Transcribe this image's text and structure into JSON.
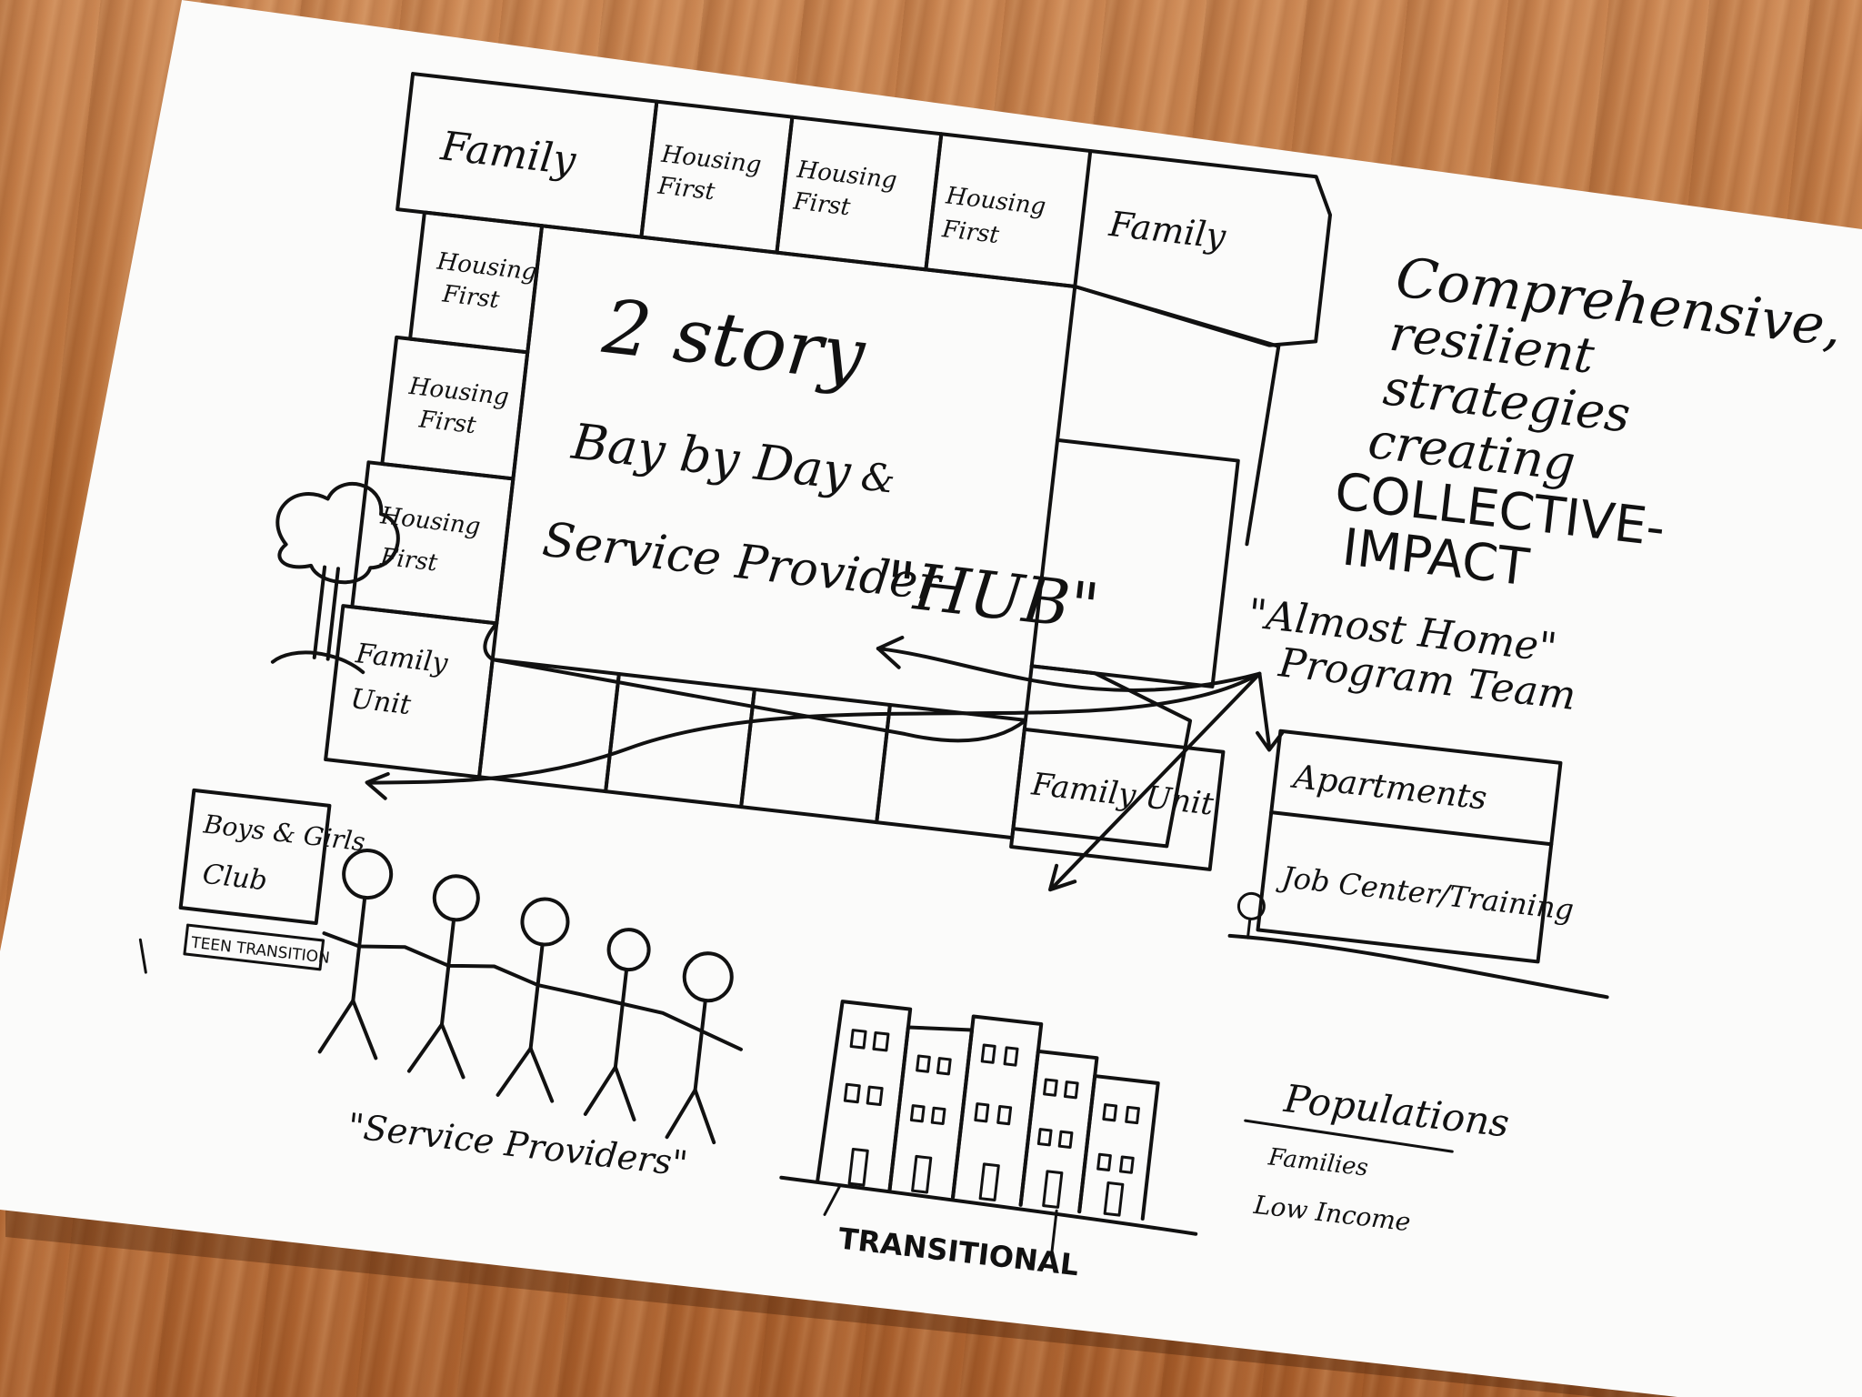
{
  "plots": {
    "top_row": [
      "Family",
      "Housing First",
      "Housing First",
      "Housing First",
      "Family"
    ],
    "left_column": [
      "Housing First",
      "Housing First",
      "Housing First",
      "Family Unit"
    ],
    "bottom_row": [
      "Family Unit"
    ]
  },
  "hub": {
    "line1": "2 story",
    "line2": "Bay by Day",
    "amp": "&",
    "line3": "Service Provider",
    "hub_word": "\"HUB\""
  },
  "right_note": [
    "Comprehensive,",
    "resilient",
    "strategies",
    "creating",
    "COLLECTIVE-",
    "IMPACT"
  ],
  "team": [
    "\"Almost Home\"",
    "Program Team"
  ],
  "apartments": {
    "top": "Apartments",
    "bottom": "Job Center/Training"
  },
  "club": [
    "Boys & Girls",
    "Club"
  ],
  "teen_sign": "TEEN TRANSITION",
  "service_providers": "\"Service Providers\"",
  "transitional": "TRANSITIONAL",
  "populations": {
    "title": "Populations",
    "items": [
      "Families",
      "Low Income"
    ]
  }
}
